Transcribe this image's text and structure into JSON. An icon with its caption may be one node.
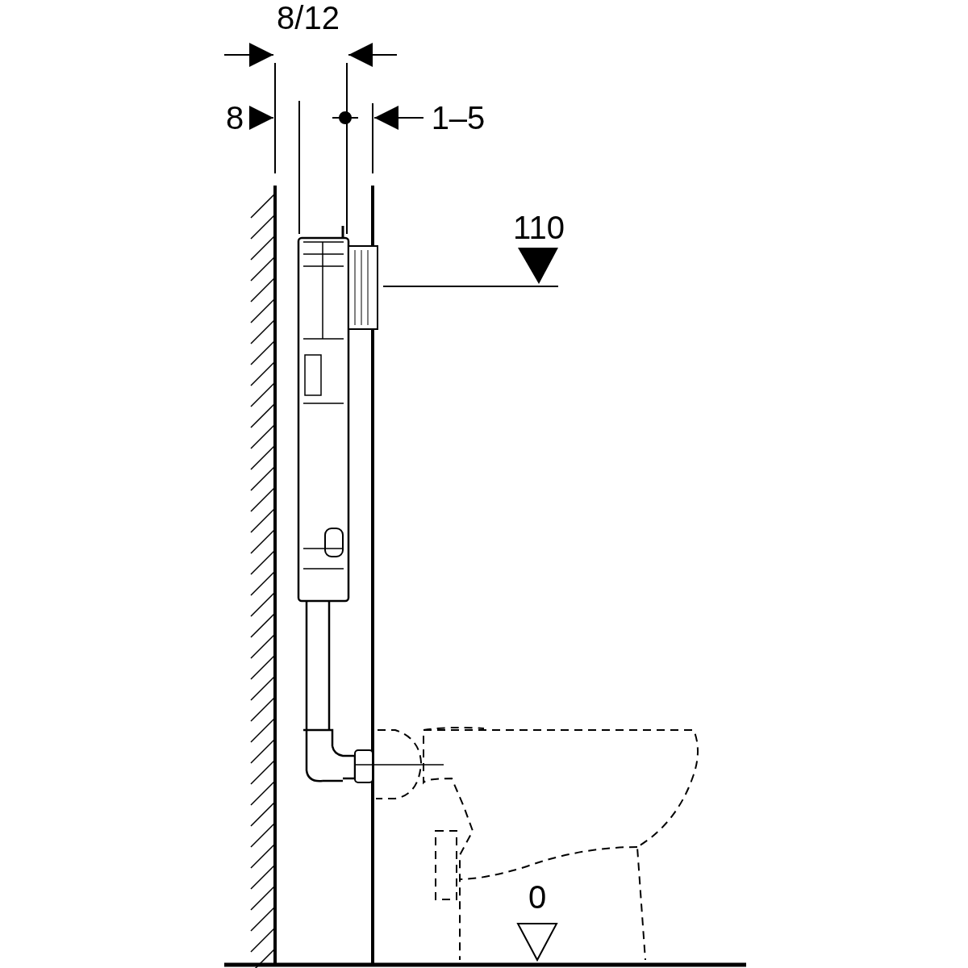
{
  "diagram": {
    "labels": [
      "8/12",
      "8",
      "1–5",
      "110",
      "0"
    ]
  }
}
